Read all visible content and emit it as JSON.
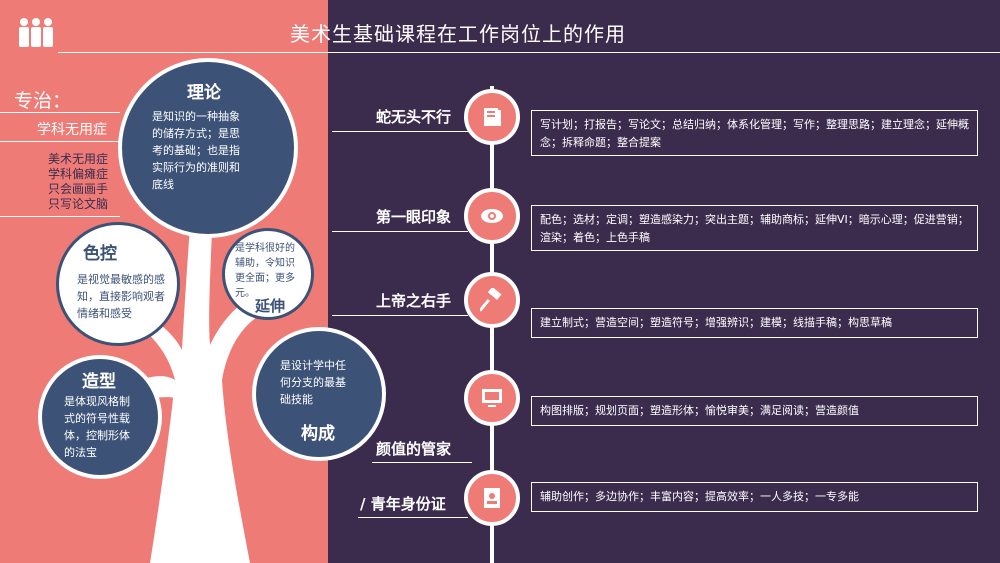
{
  "title": "美术生基础课程在工作岗位上的作用",
  "left": {
    "specialty_label": "专治：",
    "subject_label": "学科无用症",
    "symptoms": [
      "美术无用症",
      "学科偏瘫症",
      "只会画画手",
      "只写论文脑"
    ]
  },
  "circles": {
    "theory": {
      "title": "理论",
      "text": [
        "是知识的一种抽象",
        "的储存方式；是思",
        "考的基础；也是指",
        "实际行为的准则和",
        "底线"
      ]
    },
    "color": {
      "title": "色控",
      "text": [
        "是视觉最敏感的感",
        "知，直接影响观者",
        "情绪和感受"
      ]
    },
    "extend": {
      "title": "延伸",
      "text": [
        "是学科很好的",
        "辅助，令知识",
        "更全面；更多",
        "元。"
      ]
    },
    "shape": {
      "title": "造型",
      "text": [
        "是体现风格制",
        "式的符号性载",
        "体，控制形体",
        "的法宝"
      ]
    },
    "compose": {
      "title": "构成",
      "text": [
        "是设计学中任",
        "何分支的最基",
        "础技能"
      ]
    }
  },
  "rows": [
    {
      "label": "蛇无头不行",
      "icon": "book-icon",
      "desc": "写计划；打报告；写论文；总结归纳；体系化管理；写作；整理思路；建立理念；延伸概念；拆释命题；整合提案"
    },
    {
      "label": "第一眼印象",
      "icon": "eye-icon",
      "desc": "配色；选材；定调；塑造感染力；突出主题；辅助商标；延伸VI；暗示心理；促进营销；渲染；着色；上色手稿"
    },
    {
      "label": "上帝之右手",
      "icon": "hammer-icon",
      "desc": "建立制式；营造空间；塑造符号；增强辨识；建模；线描手稿；构思草稿"
    },
    {
      "label": "颜值的管家",
      "icon": "monitor-icon",
      "desc": "构图排版；规划页面；塑造形体；愉悦审美；满足阅读；营造颜值"
    },
    {
      "label": "/ 青年身份证",
      "icon": "id-card-icon",
      "desc": "辅助创作；多边协作；丰富内容；提高效率；一人多技；一专多能"
    }
  ],
  "colors": {
    "left_bg": "#ef7b77",
    "right_bg": "#3b2c4e",
    "circle_blue": "#3d5277"
  }
}
